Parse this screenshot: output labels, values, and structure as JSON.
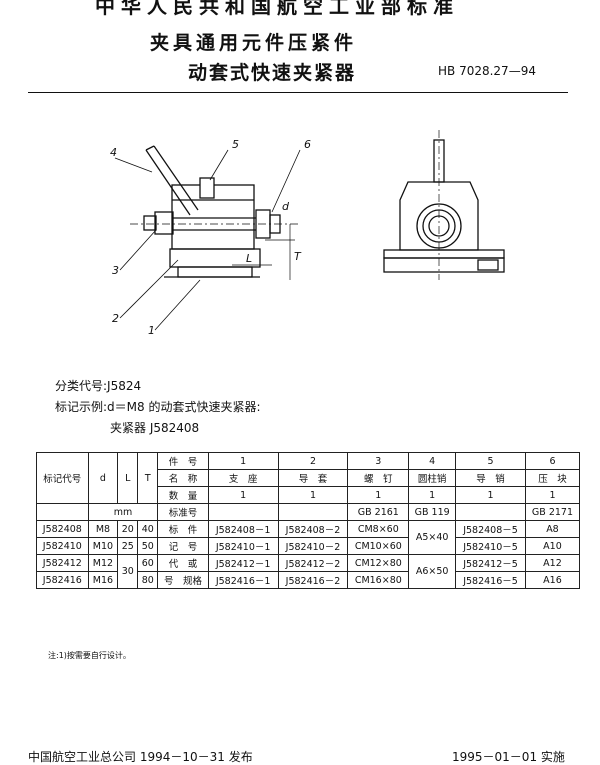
{
  "header": {
    "cut_title": "中华人民共和国航空工业部标准",
    "title_line1": "夹具通用元件压紧件",
    "title_line2": "动套式快速夹紧器",
    "standard_no": "HB 7028.27—94"
  },
  "drawing": {
    "callouts": [
      "4",
      "5",
      "6",
      "3",
      "2",
      "1"
    ],
    "dims": [
      "d",
      "L",
      "T"
    ]
  },
  "info": {
    "classification": "分类代号:J5824",
    "marking_example": "标记示例:d＝M8 的动套式快速夹紧器:",
    "marking_value": "夹紧器 J582408"
  },
  "table": {
    "header": {
      "part_no_label": "件　号",
      "name_label": "名　称",
      "qty_label": "数　量",
      "std_label": "标准号",
      "mark_code": "标记代号",
      "d": "d",
      "L": "L",
      "T": "T",
      "mm": "mm",
      "spec_label": [
        "标",
        "件",
        "记",
        "号",
        "代",
        "或",
        "号",
        "规",
        "格"
      ]
    },
    "parts": [
      {
        "no": "1",
        "name": "支　座",
        "qty": "1",
        "std": ""
      },
      {
        "no": "2",
        "name": "导　套",
        "qty": "1",
        "std": ""
      },
      {
        "no": "3",
        "name": "螺　钉",
        "qty": "1",
        "std": "GB 2161"
      },
      {
        "no": "4",
        "name": "圆柱销",
        "qty": "1",
        "std": "GB 119"
      },
      {
        "no": "5",
        "name": "导　销",
        "qty": "1",
        "std": ""
      },
      {
        "no": "6",
        "name": "压　块",
        "qty": "1",
        "std": "GB 2171"
      }
    ],
    "rows": [
      {
        "code": "J582408",
        "d": "M8",
        "L": "20",
        "T": "40",
        "p1": "J582408－1",
        "p2": "J582408－2",
        "p3": "CM8×60",
        "p5": "J582408－5",
        "p6": "A8"
      },
      {
        "code": "J582410",
        "d": "M10",
        "L": "25",
        "T": "50",
        "p1": "J582410－1",
        "p2": "J582410－2",
        "p3": "CM10×60",
        "p5": "J582410－5",
        "p6": "A10"
      },
      {
        "code": "J582412",
        "d": "M12",
        "L": "",
        "T": "60",
        "p1": "J582412－1",
        "p2": "J582412－2",
        "p3": "CM12×80",
        "p5": "J582412－5",
        "p6": "A12"
      },
      {
        "code": "J582416",
        "d": "M16",
        "L": "",
        "T": "80",
        "p1": "J582416－1",
        "p2": "J582416－2",
        "p3": "CM16×80",
        "p5": "J582416－5",
        "p6": "A16"
      }
    ],
    "L_merged": "30",
    "pin_a": "A5×40",
    "pin_b": "A6×50"
  },
  "note": "注:1)按需要自行设计。",
  "footer": {
    "issuer": "中国航空工业总公司 1994－10－31 发布",
    "effective": "1995－01－01 实施"
  }
}
